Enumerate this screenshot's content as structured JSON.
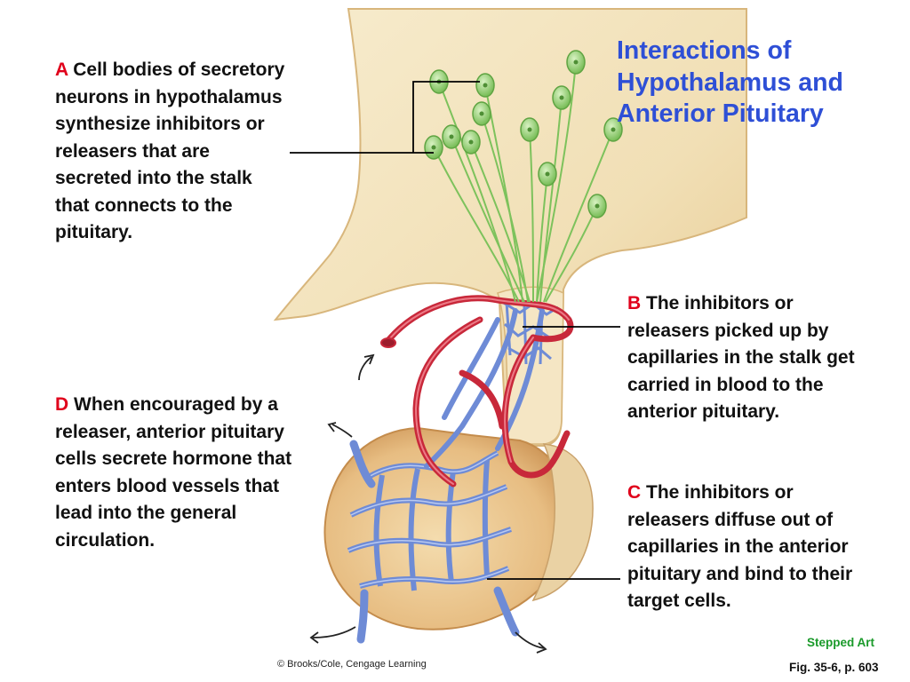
{
  "title": "Interactions of Hypothalamus and Anterior Pituitary",
  "captions": {
    "A": {
      "letter": "A",
      "text": "Cell bodies of secretory neurons in hypothalamus synthesize inhibitors or releasers that are secreted into the stalk that connects to the pituitary."
    },
    "B": {
      "letter": "B",
      "text": "The inhibitors or releasers picked up by capillaries in the stalk get carried in blood to the anterior pituitary."
    },
    "C": {
      "letter": "C",
      "text": "The inhibitors or releasers diffuse out of capillaries in the anterior pituitary and bind to their target cells."
    },
    "D": {
      "letter": "D",
      "text": "When encouraged by a releaser, anterior pituitary cells secrete hormone that enters blood vessels that lead into the general circulation."
    }
  },
  "footer": {
    "copyright": "© Brooks/Cole, Cengage Learning",
    "stepped_art": "Stepped Art",
    "figure_ref": "Fig. 35-6, p. 603"
  },
  "colors": {
    "letter_red": "#e0001b",
    "title_blue": "#2e4fd6",
    "stepped_green": "#1a9a2a",
    "tissue": "#f3e3bd",
    "tissue_edge": "#d8b67c",
    "gland": "#dcae73",
    "artery": "#c8283a",
    "capillary": "#6e8bd6",
    "neuron": "#9ad27b",
    "axon": "#7dc25c"
  }
}
